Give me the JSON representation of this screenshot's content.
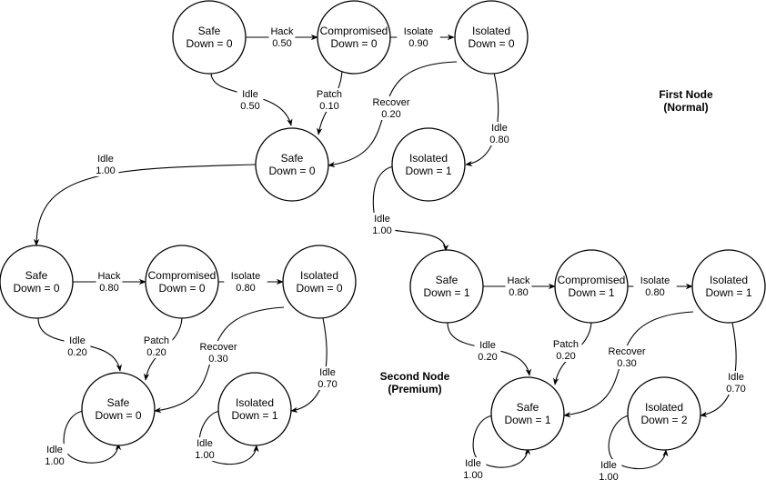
{
  "titles": {
    "first_node": [
      "First Node",
      "(Normal)"
    ],
    "second_node": [
      "Second Node",
      "(Premium)"
    ]
  },
  "nodes": {
    "a1": [
      "Safe",
      "Down = 0"
    ],
    "a2": [
      "Compromised",
      "Down = 0"
    ],
    "a3": [
      "Isolated",
      "Down = 0"
    ],
    "a4": [
      "Safe",
      "Down = 0"
    ],
    "a5": [
      "Isolated",
      "Down = 1"
    ],
    "b1": [
      "Safe",
      "Down = 0"
    ],
    "b2": [
      "Compromised",
      "Down = 0"
    ],
    "b3": [
      "Isolated",
      "Down = 0"
    ],
    "b4": [
      "Safe",
      "Down = 0"
    ],
    "b5": [
      "Isolated",
      "Down = 1"
    ],
    "c1": [
      "Safe",
      "Down = 1"
    ],
    "c2": [
      "Compromised",
      "Down = 1"
    ],
    "c3": [
      "Isolated",
      "Down = 1"
    ],
    "c4": [
      "Safe",
      "Down = 1"
    ],
    "c5": [
      "Isolated",
      "Down = 2"
    ]
  },
  "edges": {
    "a_hack": [
      "Hack",
      "0.50"
    ],
    "a_isolate": [
      "Isolate",
      "0.90"
    ],
    "a_idle": [
      "Idle",
      "0.50"
    ],
    "a_patch": [
      "Patch",
      "0.10"
    ],
    "a_recover": [
      "Recover",
      "0.20"
    ],
    "a_idle_iso": [
      "Idle",
      "0.80"
    ],
    "a_to_b": [
      "Idle",
      "1.00"
    ],
    "a_to_c": [
      "Idle",
      "1.00"
    ],
    "b_hack": [
      "Hack",
      "0.80"
    ],
    "b_isolate": [
      "Isolate",
      "0.80"
    ],
    "b_idle": [
      "Idle",
      "0.20"
    ],
    "b_patch": [
      "Patch",
      "0.20"
    ],
    "b_recover": [
      "Recover",
      "0.30"
    ],
    "b_idle_iso": [
      "Idle",
      "0.70"
    ],
    "b_self_safe": [
      "Idle",
      "1.00"
    ],
    "b_self_iso": [
      "Idle",
      "1.00"
    ],
    "c_hack": [
      "Hack",
      "0.80"
    ],
    "c_isolate": [
      "Isolate",
      "0.80"
    ],
    "c_idle": [
      "Idle",
      "0.20"
    ],
    "c_patch": [
      "Patch",
      "0.20"
    ],
    "c_recover": [
      "Recover",
      "0.30"
    ],
    "c_idle_iso": [
      "Idle",
      "0.70"
    ],
    "c_self_safe": [
      "Idle",
      "1.00"
    ],
    "c_self_iso": [
      "Idle",
      "1.00"
    ]
  }
}
